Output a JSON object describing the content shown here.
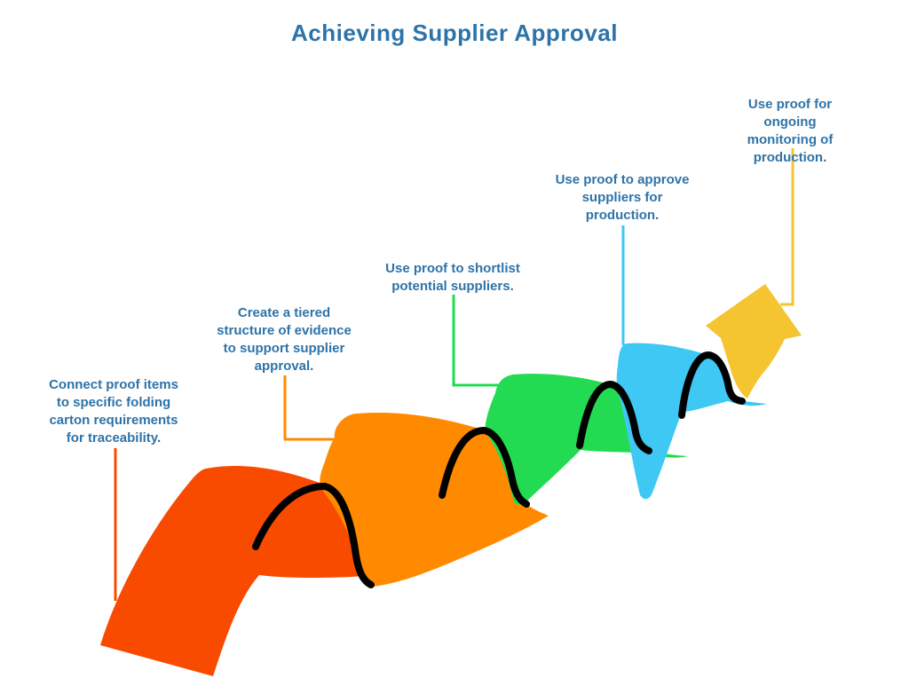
{
  "title": "Achieving Supplier Approval",
  "colors": {
    "text-blue": "#2E73A8",
    "step1": "#F94B00",
    "step2": "#FF8A00",
    "step3": "#22DB52",
    "step4": "#3EC8F3",
    "step5": "#F5C431",
    "outline": "#000000"
  },
  "steps": [
    {
      "label": "Connect proof items\nto specific folding\ncarton requirements\nfor traceability.",
      "color": "#F94B00"
    },
    {
      "label": "Create a tiered\nstructure of evidence\nto support supplier\napproval.",
      "color": "#FF8A00"
    },
    {
      "label": "Use proof to shortlist\npotential suppliers.",
      "color": "#22DB52"
    },
    {
      "label": "Use proof to approve\nsuppliers for\nproduction.",
      "color": "#3EC8F3"
    },
    {
      "label": "Use proof for ongoing\nmonitoring of\nproduction.",
      "color": "#F5C431"
    }
  ]
}
